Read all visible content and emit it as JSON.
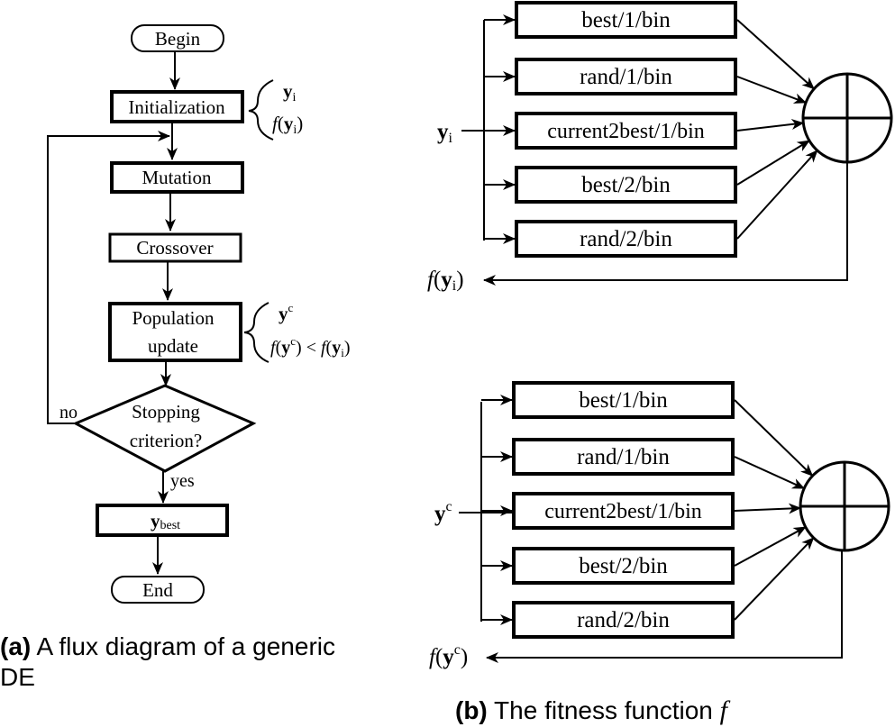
{
  "flowchart": {
    "begin": "Begin",
    "init": "Initialization",
    "init_note": {
      "line1_var": "y",
      "line1_sub": "i",
      "line2_f": "f",
      "line2_var": "y",
      "line2_sub": "i"
    },
    "mutation": "Mutation",
    "crossover": "Crossover",
    "pop_update_line1": "Population",
    "pop_update_line2": "update",
    "pop_note": {
      "line1_var": "y",
      "line1_sup": "c",
      "line2_text": "f(y^c) < f(y_i)",
      "lt": "<"
    },
    "stop_line1": "Stopping",
    "stop_line2": "criterion?",
    "no_label": "no",
    "yes_label": "yes",
    "ybest_var": "y",
    "ybest_sub": "best",
    "end": "End"
  },
  "fitness_top": {
    "input_var": "y",
    "input_sub": "i",
    "strategies": [
      "best/1/bin",
      "rand/1/bin",
      "current2best/1/bin",
      "best/2/bin",
      "rand/2/bin"
    ],
    "output_f": "f",
    "output_var": "y",
    "output_sub": "i"
  },
  "fitness_bottom": {
    "input_var": "y",
    "input_sup": "c",
    "strategies": [
      "best/1/bin",
      "rand/1/bin",
      "current2best/1/bin",
      "best/2/bin",
      "rand/2/bin"
    ],
    "output_f": "f",
    "output_var": "y",
    "output_sup": "c"
  },
  "captions": {
    "a_tag": "(a)",
    "a_line1": " A flux diagram of a generic",
    "a_line2": "DE",
    "b_tag": "(b)",
    "b_text": " The fitness function ",
    "b_f": "f"
  }
}
